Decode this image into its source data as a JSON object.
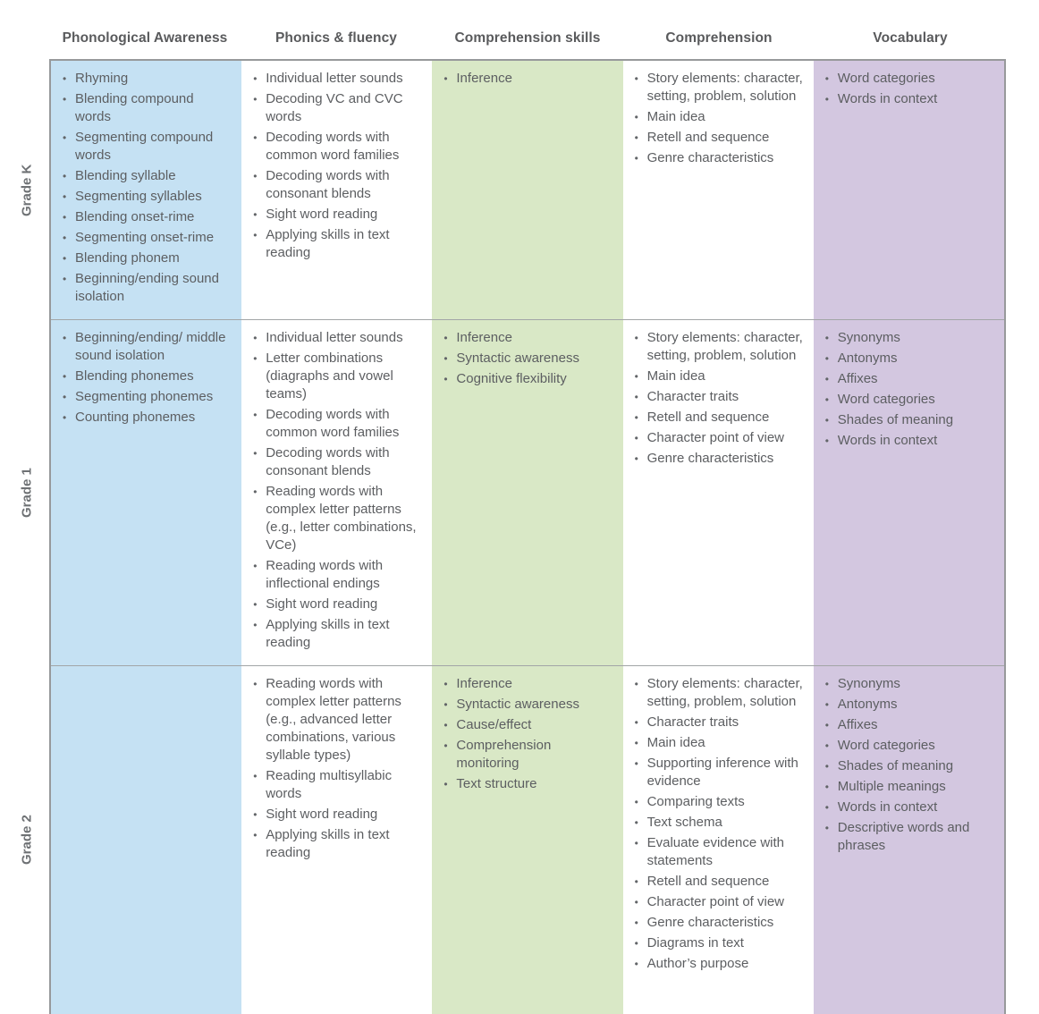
{
  "table": {
    "columns": [
      {
        "id": "phonological-awareness",
        "label": "Phonological Awareness",
        "bg": "#c5e1f3"
      },
      {
        "id": "phonics-fluency",
        "label": "Phonics & fluency",
        "bg": "#ffffff"
      },
      {
        "id": "comprehension-skills",
        "label": "Comprehension skills",
        "bg": "#d9e8c6"
      },
      {
        "id": "comprehension",
        "label": "Comprehension",
        "bg": "#ffffff"
      },
      {
        "id": "vocabulary",
        "label": "Vocabulary",
        "bg": "#d3c7e0"
      }
    ],
    "rows": [
      {
        "grade": "Grade K",
        "cells": [
          [
            "Rhyming",
            "Blending compound words",
            "Segmenting compound words",
            "Blending syllable",
            "Segmenting syllables",
            "Blending onset-rime",
            "Segmenting onset-rime",
            "Blending phonem",
            "Beginning/ending sound isolation"
          ],
          [
            "Individual letter sounds",
            "Decoding VC and CVC words",
            "Decoding words with common word families",
            "Decoding words with consonant blends",
            "Sight word reading",
            "Applying skills in text reading"
          ],
          [
            "Inference"
          ],
          [
            "Story elements: character, setting, problem, solution",
            "Main idea",
            "Retell and sequence",
            "Genre characteristics"
          ],
          [
            "Word categories",
            "Words in context"
          ]
        ]
      },
      {
        "grade": "Grade 1",
        "cells": [
          [
            "Beginning/ending/ middle sound isolation",
            "Blending phonemes",
            "Segmenting phonemes",
            "Counting phonemes"
          ],
          [
            "Individual letter sounds",
            "Letter combinations (diagraphs and vowel teams)",
            "Decoding words with common word families",
            "Decoding words with consonant blends",
            "Reading words with complex letter patterns (e.g., letter combinations, VCe)",
            "Reading words with inflectional endings",
            "Sight word reading",
            "Applying skills in text reading"
          ],
          [
            "Inference",
            "Syntactic awareness",
            "Cognitive flexibility"
          ],
          [
            "Story elements: character, setting, problem, solution",
            "Main idea",
            "Character traits",
            "Retell and sequence",
            "Character point of view",
            "Genre characteristics"
          ],
          [
            "Synonyms",
            "Antonyms",
            "Affixes",
            "Word categories",
            "Shades of meaning",
            "Words in context"
          ]
        ]
      },
      {
        "grade": "Grade 2",
        "cells": [
          [],
          [
            "Reading words with complex letter patterns (e.g., advanced letter combinations, various syllable types)",
            "Reading multisyllabic words",
            "Sight word reading",
            "Applying skills in text reading"
          ],
          [
            "Inference",
            "Syntactic awareness",
            "Cause/effect",
            "Comprehension monitoring",
            "Text structure"
          ],
          [
            "Story elements: character, setting, problem, solution",
            "Character traits",
            "Main idea",
            "Supporting inference with evidence",
            "Comparing texts",
            "Text schema",
            "Evaluate evidence with statements",
            "Retell and sequence",
            "Character point of view",
            "Genre characteristics",
            "Diagrams in text",
            "Author’s purpose"
          ],
          [
            "Synonyms",
            "Antonyms",
            "Affixes",
            "Word categories",
            "Shades of meaning",
            "Multiple meanings",
            "Words in context",
            "Descriptive words and phrases"
          ]
        ]
      }
    ],
    "colors": {
      "border": "#97999b",
      "row_divider": "#a2a5a7",
      "header_text": "#595a5c",
      "body_text": "#5c5e61",
      "grade_label_text": "#6e7174"
    }
  }
}
